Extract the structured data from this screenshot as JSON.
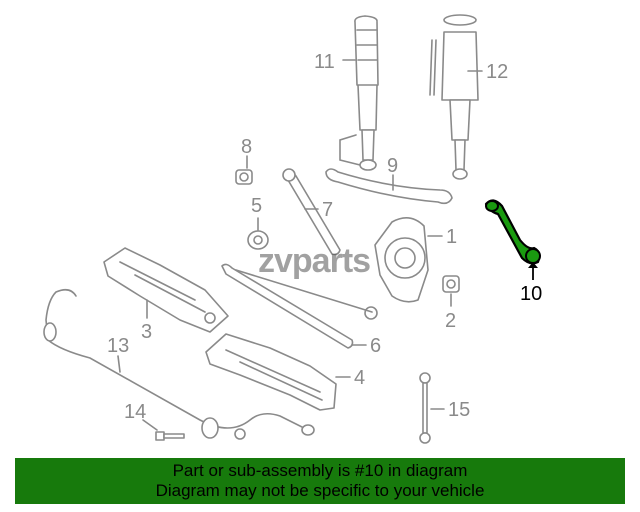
{
  "callouts": [
    "11",
    "12",
    "8",
    "9",
    "5",
    "7",
    "1",
    "10",
    "3",
    "2",
    "6",
    "13",
    "4",
    "14",
    "15"
  ],
  "highlight": {
    "part_number": "10",
    "color": "#177a0c"
  },
  "watermark": "zvparts",
  "banner": {
    "line1": "Part or sub-assembly is #10 in diagram",
    "line2": "Diagram may not be specific to your vehicle",
    "background": "#177a0c"
  }
}
